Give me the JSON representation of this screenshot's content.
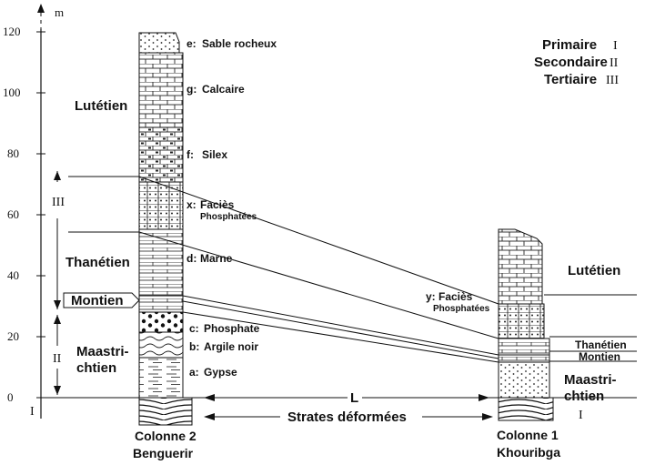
{
  "axis": {
    "unit": "m",
    "ticks": [
      "0",
      "20",
      "40",
      "60",
      "80",
      "100",
      "120"
    ],
    "era_marks": [
      "I",
      "II",
      "III"
    ]
  },
  "legend": [
    {
      "name": "Primaire",
      "symbol": "I"
    },
    {
      "name": "Secondaire",
      "symbol": "II"
    },
    {
      "name": "Tertiaire",
      "symbol": "III"
    }
  ],
  "column2": {
    "title": "Colonne 2",
    "place": "Benguerir",
    "stages": [
      "Lutétien",
      "Thanétien",
      "Montien",
      "Maastri-",
      "chtien"
    ],
    "layers": [
      {
        "letter": "e:",
        "text": "Sable rocheux"
      },
      {
        "letter": "g:",
        "text": "Calcaire"
      },
      {
        "letter": "f:",
        "text": "Silex"
      },
      {
        "letter": "x:",
        "text": "Faciès",
        "sub": "Phosphatées"
      },
      {
        "letter": "d:",
        "text": "Marne"
      },
      {
        "letter": "c:",
        "text": "Phosphate"
      },
      {
        "letter": "b:",
        "text": "Argile noir"
      },
      {
        "letter": "a:",
        "text": "Gypse"
      }
    ]
  },
  "column1": {
    "title": "Colonne 1",
    "place": "Khouribga",
    "stages": [
      "Lutétien",
      "Thanétien",
      "Montien",
      "Maastri-",
      "chtien"
    ],
    "facies": {
      "letter": "y:",
      "text": "Faciès",
      "sub": "Phosphatées"
    }
  },
  "distance": {
    "label": "L",
    "note": "Strates déformées"
  },
  "colors": {
    "ink": "#111111",
    "paper": "#ffffff"
  }
}
